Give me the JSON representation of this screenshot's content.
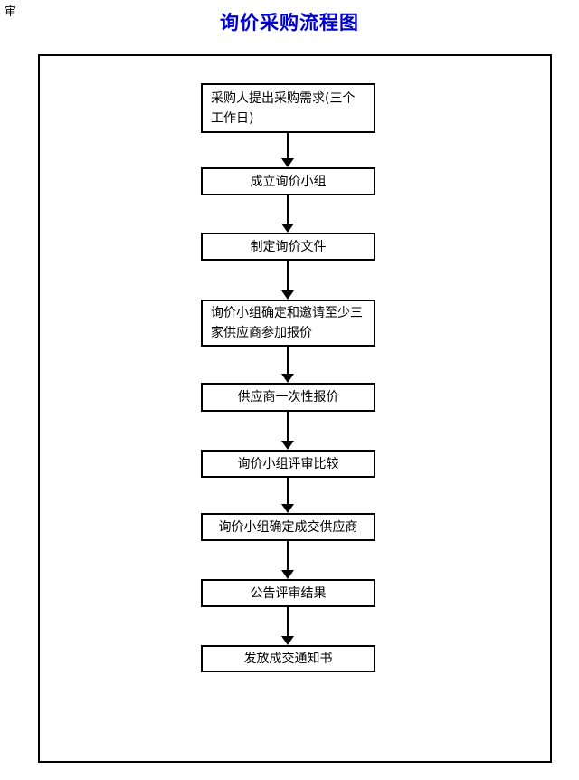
{
  "page": {
    "corner_mark": "审",
    "title": "询价采购流程图",
    "title_color": "#0000CC",
    "line_color": "#000000",
    "background_color": "#FFFFFF"
  },
  "flowchart": {
    "direction": "top-to-bottom",
    "steps": [
      {
        "label": "采购人提出采购需求(三个\n工作日)"
      },
      {
        "label": "成立询价小组"
      },
      {
        "label": "制定询价文件"
      },
      {
        "label": "询价小组确定和邀请至少三\n家供应商参加报价"
      },
      {
        "label": "供应商一次性报价"
      },
      {
        "label": "询价小组评审比较"
      },
      {
        "label": "询价小组确定成交供应商"
      },
      {
        "label": "公告评审结果"
      },
      {
        "label": "发放成交通知书"
      }
    ]
  }
}
